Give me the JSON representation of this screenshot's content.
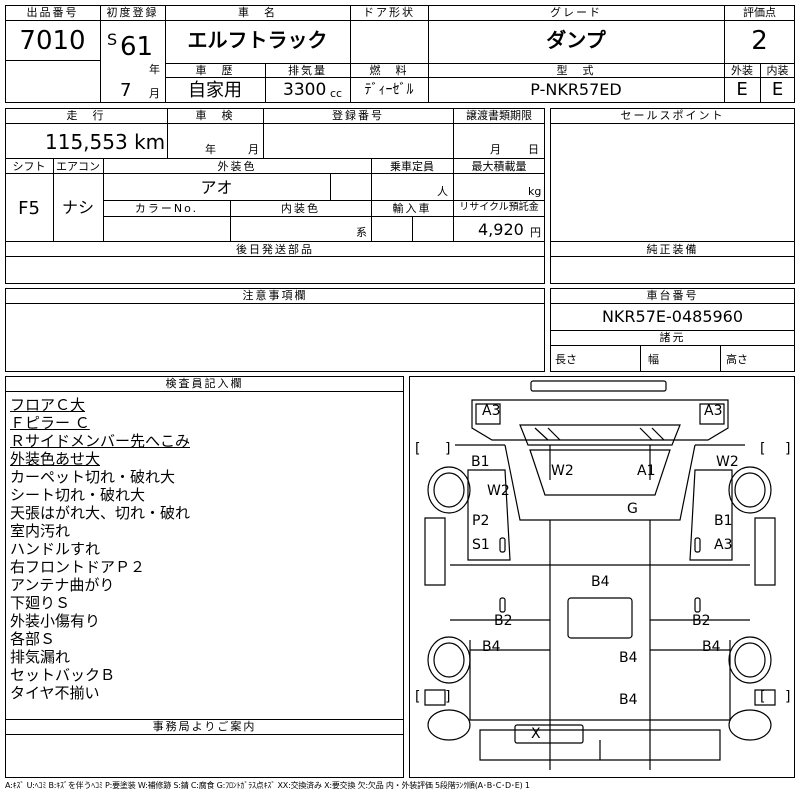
{
  "header": {
    "lot_no_label": "出品番号",
    "lot_no": "7010",
    "first_reg_label": "初度登録",
    "era_prefix": "S",
    "era_year": "61",
    "year_unit": "年",
    "month": "7",
    "month_unit": "月",
    "car_name_label": "車　名",
    "car_name": "エルフトラック",
    "door_label": "ドア形状",
    "door_value": "",
    "grade_label": "グレード",
    "grade": "ダンプ",
    "score_label": "評価点",
    "score": "2",
    "history_label": "車　歴",
    "history": "自家用",
    "displacement_label": "排気量",
    "displacement": "3300",
    "displacement_unit": "cc",
    "fuel_label": "燃　料",
    "fuel": "ﾃﾞｨｰｾﾞﾙ",
    "model_label": "型　式",
    "model": "P-NKR57ED",
    "ext_label": "外装",
    "int_label": "内装",
    "ext_grade": "E",
    "int_grade": "E"
  },
  "row2": {
    "mileage_label": "走　行",
    "mileage": "115,553 km",
    "inspection_label": "車　検",
    "insp_year_unit": "年",
    "insp_month_unit": "月",
    "reg_no_label": "登録番号",
    "reg_no": "",
    "transfer_label": "譲渡書類期限",
    "transfer_month_unit": "月",
    "transfer_day_unit": "日",
    "sales_point_label": "セールスポイント"
  },
  "row3": {
    "shift_label": "シフト",
    "shift": "F5",
    "ac_label": "エアコン",
    "ac": "ナシ",
    "exterior_color_label": "外装色",
    "exterior_color": "アオ",
    "capacity_label": "乗車定員",
    "capacity_unit": "人",
    "max_load_label": "最大積載量",
    "max_load_unit": "kg",
    "color_no_label": "カラーNo.",
    "interior_color_label": "内装色",
    "interior_color_unit": "系",
    "import_label": "輸入車",
    "recycle_label": "リサイクル預託金",
    "recycle_fee": "4,920",
    "recycle_unit": "円"
  },
  "later_parts_label": "後日発送部品",
  "genuine_equipment_label": "純正装備",
  "caution_label": "注意事項欄",
  "chassis_label": "車台番号",
  "chassis_no": "NKR57E-0485960",
  "dimensions_label": "諸元",
  "length_label": "長さ",
  "width_label": "幅",
  "height_label": "高さ",
  "inspector_label": "検査員記入欄",
  "inspector_notes": [
    "フロアＣ大",
    "Ｆピラー Ｃ",
    "Ｒサイドメンバー先へこみ",
    "外装色あせ大",
    "カーペット切れ・破れ大",
    "シート切れ・破れ大",
    "天張はがれ大、切れ・破れ",
    "室内汚れ",
    "ハンドルすれ",
    "右フロントドアＰ２",
    "アンテナ曲がり",
    "下廻りＳ",
    "外装小傷有り",
    "各部Ｓ",
    "排気漏れ",
    "セットバックＢ",
    "タイヤ不揃い"
  ],
  "office_info_label": "事務局よりご案内",
  "diagram_codes": {
    "a3_left": "A3",
    "a3_right": "A3",
    "b1_left": "B1",
    "w2_mid": "W2",
    "a1": "A1",
    "w2_right": "W2",
    "w2_left": "W2",
    "g": "G",
    "p2": "P2",
    "b1_right": "B1",
    "s1": "S1",
    "a3_right2": "A3",
    "b4_top": "B4",
    "b2_left": "B2",
    "b2_right": "B2",
    "b4_left": "B4",
    "b4_mid": "B4",
    "b4_right": "B4",
    "b4_bottom": "B4",
    "x": "X",
    "bracket_open": "[",
    "bracket_close": "]"
  },
  "legend": "A:ｷｽﾞ U:ﾍｺﾐ B:ｷｽﾞを伴うﾍｺﾐ P:要塗装 W:補修跡 S:錆 C:腐食 G:ﾌﾛﾝﾄｶﾞﾗｽ点ｷｽﾞ XX:交換済み X:要交換 欠:欠品 内・外装評価 5段階ﾗﾝｸ順(A･B･C･D･E) 1"
}
